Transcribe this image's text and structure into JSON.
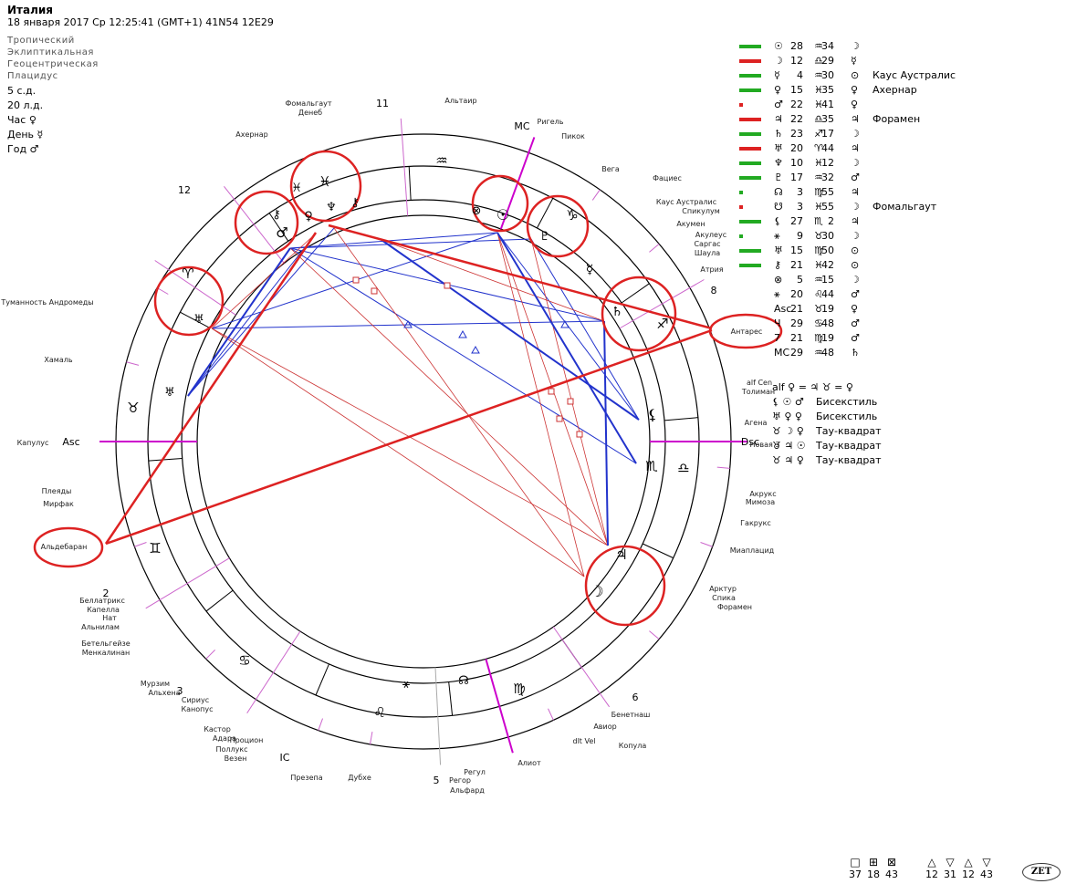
{
  "header": {
    "title": "Италия",
    "details": "18 января 2017  Ср  12:25:41 (GMT+1) 41N54  12E29"
  },
  "settings": [
    "Тропический",
    "Эклиптикальная",
    "Геоцентрическая",
    "Плацидус"
  ],
  "params": [
    "5 с.д.",
    "20 л.д.",
    "Час ♀",
    "День ☿",
    "Год ♂"
  ],
  "houses": {
    "labels": [
      "Asc",
      "2",
      "3",
      "IC",
      "5",
      "6",
      "Dsc",
      "8",
      "MC",
      "11",
      "12"
    ]
  },
  "chart_signs": [
    "♈",
    "♉",
    "♊",
    "♋",
    "♌",
    "♍",
    "♎",
    "♏",
    "♐",
    "♑",
    "♒",
    "♓"
  ],
  "chart_planets": [
    "☉",
    "☽",
    "☿",
    "♀",
    "♂",
    "♃",
    "♄",
    "♅",
    "♆",
    "♇",
    "☊",
    "⚸",
    "⚷",
    "⊗",
    "⚹"
  ],
  "stars": [
    "Фомальгаут",
    "Денеб",
    "Ахернар",
    "Альтаир",
    "Ригель",
    "Пикок",
    "Вега",
    "Фациес",
    "Каус Аустралис",
    "Спикулум",
    "Акумен",
    "Акулеус",
    "Саргас",
    "Шаула",
    "Атрия",
    "Туманность Андромеды",
    "Хамаль",
    "Антарес",
    "alf Cen",
    "Толиман",
    "Агена",
    "Новая 3",
    "Капулус",
    "Плеяды",
    "Мирфак",
    "Альдебаран",
    "Акрукс",
    "Мимоза",
    "Гакрукс",
    "Миаплацид",
    "Беллатрикс",
    "Капелла",
    "Нат",
    "Альнилам",
    "Арктур",
    "Спика",
    "Форамен",
    "Бетельгейзе",
    "Менкалинан",
    "Мурзим",
    "Альхена",
    "Сириус",
    "Канопус",
    "Кастор",
    "Адара",
    "Процион",
    "Поллукс",
    "Везен",
    "Бенетнаш",
    "Авиор",
    "dlt Vel",
    "Копула",
    "Алиот",
    "Регул",
    "Регор",
    "Альфард",
    "Презепа",
    "Дубхе"
  ],
  "planet_table": [
    {
      "glyph": "☉",
      "deg": "28",
      "sign": "♒",
      "min": "34",
      "ruler": "☽",
      "note": "",
      "bar": "#22aa22"
    },
    {
      "glyph": "☽",
      "deg": "12",
      "sign": "♎",
      "min": "29",
      "ruler": "☿",
      "note": "",
      "bar": "#dd2222"
    },
    {
      "glyph": "☿",
      "deg": "4",
      "sign": "♒",
      "min": "30",
      "ruler": "⊙",
      "note": "Каус Аустралис",
      "bar": "#22aa22"
    },
    {
      "glyph": "♀",
      "deg": "15",
      "sign": "♓",
      "min": "35",
      "ruler": "♀",
      "note": "Ахернар",
      "bar": "#22aa22"
    },
    {
      "glyph": "♂",
      "deg": "22",
      "sign": "♓",
      "min": "41",
      "ruler": "♀",
      "note": "",
      "bar": "#dd2222"
    },
    {
      "glyph": "♃",
      "deg": "22",
      "sign": "♎",
      "min": "35",
      "ruler": "♃",
      "note": "Форамен",
      "bar": "#dd2222"
    },
    {
      "glyph": "♄",
      "deg": "23",
      "sign": "♐",
      "min": "17",
      "ruler": "☽",
      "note": "",
      "bar": "#22aa22"
    },
    {
      "glyph": "♅",
      "deg": "20",
      "sign": "♈",
      "min": "44",
      "ruler": "♃",
      "note": "",
      "bar": "#dd2222"
    },
    {
      "glyph": "♆",
      "deg": "10",
      "sign": "♓",
      "min": "12",
      "ruler": "☽",
      "note": "",
      "bar": "#22aa22"
    },
    {
      "glyph": "♇",
      "deg": "17",
      "sign": "♒",
      "min": "32",
      "ruler": "♂",
      "note": "",
      "bar": "#22aa22"
    },
    {
      "glyph": "☊",
      "deg": "3",
      "sign": "♍",
      "min": "55",
      "ruler": "♃",
      "note": "",
      "bar": "#22aa22"
    },
    {
      "glyph": "☋",
      "deg": "3",
      "sign": "♓",
      "min": "55",
      "ruler": "☽",
      "note": "Фомальгаут",
      "bar": "#dd2222"
    },
    {
      "glyph": "⚸",
      "deg": "27",
      "sign": "♏",
      "min": "2",
      "ruler": "♃",
      "note": "",
      "bar": "#22aa22"
    },
    {
      "glyph": "⚹",
      "deg": "9",
      "sign": "♉",
      "min": "30",
      "ruler": "☽",
      "note": "",
      "bar": "#22aa22"
    },
    {
      "glyph": "♅",
      "deg": "15",
      "sign": "♍",
      "min": "50",
      "ruler": "⊙",
      "note": "",
      "bar": "#22aa22"
    },
    {
      "glyph": "⚷",
      "deg": "21",
      "sign": "♓",
      "min": "42",
      "ruler": "⊙",
      "note": "",
      "bar": "#22aa22"
    },
    {
      "glyph": "⊗",
      "deg": "5",
      "sign": "♒",
      "min": "15",
      "ruler": "☽",
      "note": "",
      "bar": ""
    },
    {
      "glyph": "⚹",
      "deg": "20",
      "sign": "♌",
      "min": "44",
      "ruler": "♂",
      "note": "",
      "bar": ""
    },
    {
      "glyph": "Asc",
      "deg": "21",
      "sign": "♉",
      "min": "19",
      "ruler": "♀",
      "note": "",
      "bar": ""
    },
    {
      "glyph": "Ч",
      "deg": "29",
      "sign": "♋",
      "min": "48",
      "ruler": "♂",
      "note": "",
      "bar": ""
    },
    {
      "glyph": "7",
      "deg": "21",
      "sign": "♍",
      "min": "19",
      "ruler": "♂",
      "note": "",
      "bar": ""
    },
    {
      "glyph": "MC",
      "deg": "29",
      "sign": "♒",
      "min": "48",
      "ruler": "♄",
      "note": "",
      "bar": ""
    }
  ],
  "aspect_list": [
    {
      "glyphs": "alf ♀ = ♃ ♉ = ♀",
      "label": ""
    },
    {
      "glyphs": "⚸ ☉ ♂",
      "label": "Бисекстиль"
    },
    {
      "glyphs": "♅ ♀ ♀",
      "label": "Бисекстиль"
    },
    {
      "glyphs": "♉ ☽ ♀",
      "label": "Тау-квадрат"
    },
    {
      "glyphs": "♉ ♃ ☉",
      "label": "Тау-квадрат"
    },
    {
      "glyphs": "♉ ♃ ♀",
      "label": "Тау-квадрат"
    }
  ],
  "aspect_counts": [
    {
      "symbol": "□",
      "value": "37"
    },
    {
      "symbol": "⊞",
      "value": "18"
    },
    {
      "symbol": "⊠",
      "value": "43"
    },
    {
      "symbol": "△",
      "value": "12"
    },
    {
      "symbol": "▽",
      "value": "31"
    },
    {
      "symbol": "△",
      "value": "12"
    },
    {
      "symbol": "▽",
      "value": "43"
    }
  ],
  "brand": "ZET"
}
